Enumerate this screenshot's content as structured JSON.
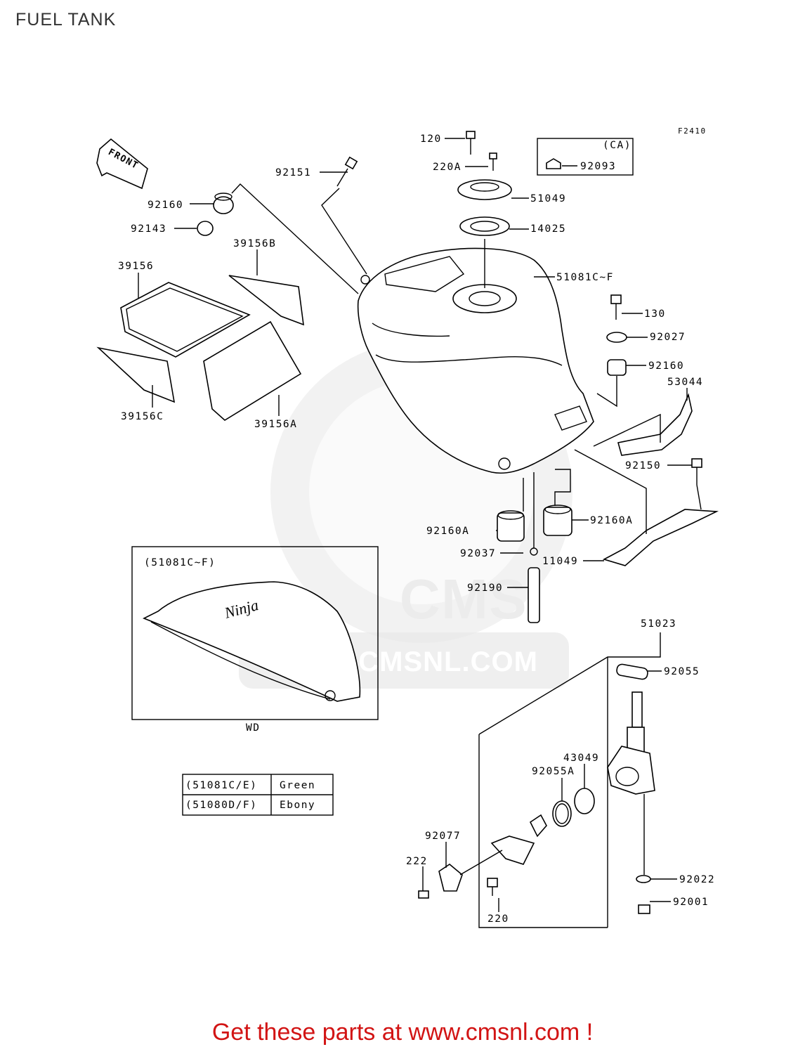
{
  "page_title": "FUEL TANK",
  "figure_code": "F2410",
  "front_label": "FRONT",
  "footer_link": "Get these parts at www.cmsnl.com !",
  "watermark": "WWW.CMSNL.COM",
  "variant_box": {
    "title": "(CA)",
    "part": "92093"
  },
  "inset": {
    "title": "(51081C~F)",
    "caption": "WD",
    "logo_text": "Ninja"
  },
  "color_table": [
    {
      "code": "(51081C/E)",
      "color": "Green"
    },
    {
      "code": "(51080D/F)",
      "color": "Ebony"
    }
  ],
  "labels": {
    "p120": "120",
    "p220A": "220A",
    "p92151": "92151",
    "p51049": "51049",
    "p14025": "14025",
    "p92160_top": "92160",
    "p92143": "92143",
    "p39156B": "39156B",
    "p39156": "39156",
    "p51081": "51081C~F",
    "p130": "130",
    "p92027": "92027",
    "p92160_right": "92160",
    "p53044": "53044",
    "p39156C": "39156C",
    "p39156A": "39156A",
    "p92150": "92150",
    "p92160A_left": "92160A",
    "p92160A_right": "92160A",
    "p92037": "92037",
    "p11049": "11049",
    "p92190": "92190",
    "p51023": "51023",
    "p92055": "92055",
    "p43049": "43049",
    "p92055A": "92055A",
    "p92077": "92077",
    "p222": "222",
    "p92022": "92022",
    "p92001": "92001",
    "p220": "220"
  }
}
